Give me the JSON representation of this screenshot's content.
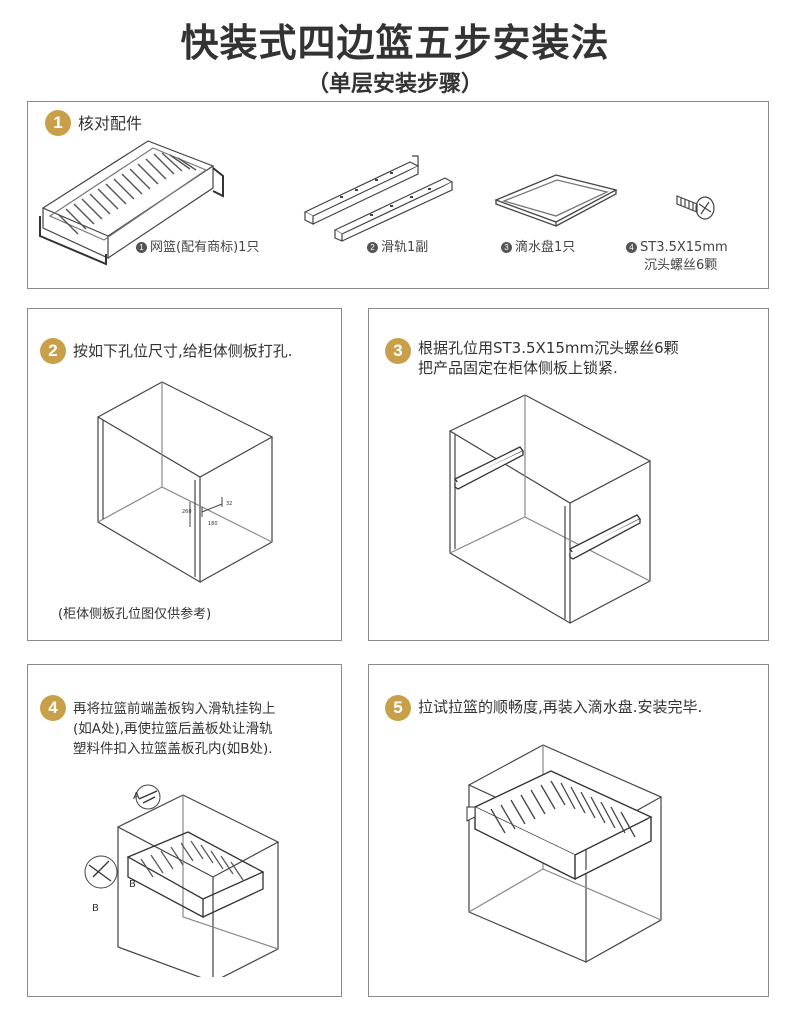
{
  "header": {
    "title": "快装式四边篮五步安装法",
    "subtitle": "（单层安装步骤）"
  },
  "colors": {
    "badge": "#c8a04a",
    "border": "#8a8a8a",
    "text": "#333333"
  },
  "step1": {
    "number": "1",
    "title": "核对配件",
    "items": [
      {
        "num": "1",
        "label": "网篮(配有商标)1只"
      },
      {
        "num": "2",
        "label": "滑轨1副"
      },
      {
        "num": "3",
        "label": "滴水盘1只"
      },
      {
        "num": "4",
        "label": "ST3.5X15mm",
        "label2": "沉头螺丝6颗"
      }
    ]
  },
  "step2": {
    "number": "2",
    "text": "按如下孔位尺寸,给柜体侧板打孔.",
    "note": "(柜体侧板孔位图仅供参考)",
    "dims": {
      "d1": "260",
      "d2": "180",
      "d3": "32"
    }
  },
  "step3": {
    "number": "3",
    "line1": "根据孔位用ST3.5X15mm沉头螺丝6颗",
    "line2": "把产品固定在柜体侧板上锁紧."
  },
  "step4": {
    "number": "4",
    "line1": "再将拉篮前端盖板钩入滑轨挂钩上",
    "line2": "(如A处),再使拉篮后盖板处让滑轨",
    "line3": "塑料件扣入拉篮盖板孔内(如B处).",
    "label_a": "A",
    "label_b": "B",
    "label_b2": "B"
  },
  "step5": {
    "number": "5",
    "text": "拉试拉篮的顺畅度,再装入滴水盘.安装完毕."
  }
}
